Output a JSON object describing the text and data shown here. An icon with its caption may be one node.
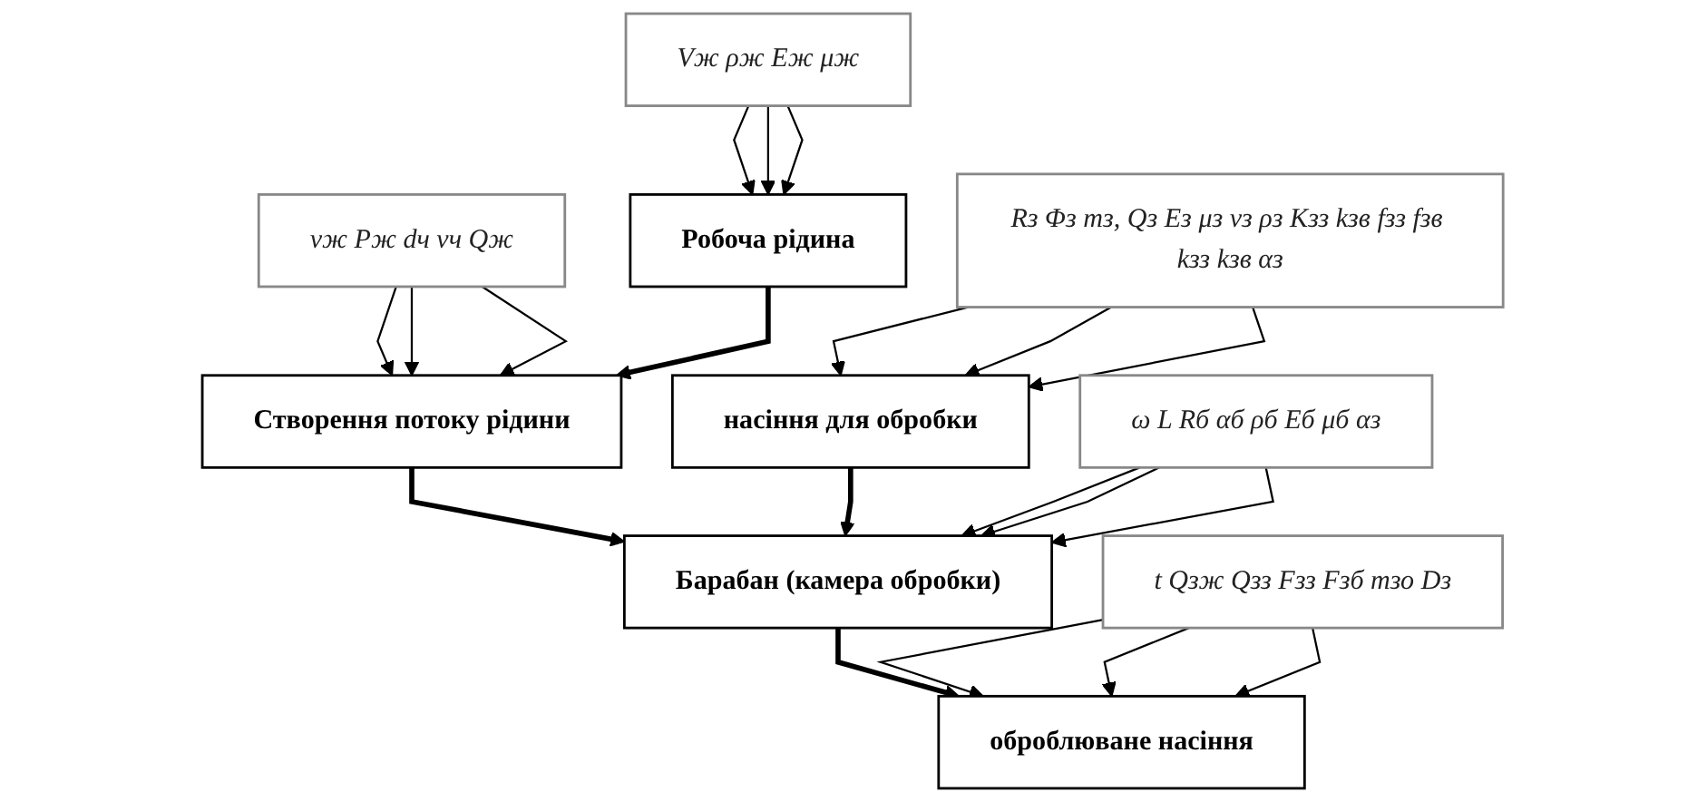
{
  "diagram": {
    "nodes": [
      {
        "text": [
          "Vж ρж Eж μж"
        ]
      },
      {
        "text": [
          "vж Pж dч vч Qж"
        ]
      },
      {
        "text": [
          "Робоча рідина"
        ]
      },
      {
        "text": [
          "Створення потоку рідини"
        ]
      },
      {
        "text": [
          "насіння для обробки"
        ]
      },
      {
        "text": [
          "Барабан (камера обробки)"
        ]
      },
      {
        "text": [
          "оброблюване насіння"
        ]
      },
      {
        "text": [
          "Rз Φз mз, Qз Eз μз vз ρз Kзз kзв fзз fзв kзз kзв αз"
        ]
      },
      {
        "text": [
          "ω L Rб αб ρб Eб μб αз"
        ]
      },
      {
        "text": [
          "t Qзж Qзз Fзз Fзб mзо Dз"
        ]
      }
    ],
    "edges": [
      {
        "from": 0,
        "to": 2,
        "arrow": "to"
      },
      {
        "from": 0,
        "to": 2,
        "arrow": "to"
      },
      {
        "from": 0,
        "to": 2,
        "arrow": "to"
      },
      {
        "from": 1,
        "to": 3,
        "arrow": "to"
      },
      {
        "from": 1,
        "to": 3,
        "arrow": "to"
      },
      {
        "from": 1,
        "to": 3,
        "arrow": "to"
      },
      {
        "from": 2,
        "to": 3,
        "arrow": "to",
        "style": "thick"
      },
      {
        "from": 3,
        "to": 5,
        "arrow": "to",
        "style": "thick"
      },
      {
        "from": 4,
        "to": 5,
        "arrow": "to",
        "style": "thick"
      },
      {
        "from": 5,
        "to": 6,
        "arrow": "to",
        "style": "thick"
      },
      {
        "from": 7,
        "to": 4,
        "arrow": "to"
      },
      {
        "from": 7,
        "to": 4,
        "arrow": "to"
      },
      {
        "from": 7,
        "to": 4,
        "arrow": "to"
      },
      {
        "from": 8,
        "to": 5,
        "arrow": "to"
      },
      {
        "from": 8,
        "to": 5,
        "arrow": "to"
      },
      {
        "from": 8,
        "to": 5,
        "arrow": "to"
      },
      {
        "from": 9,
        "to": 6,
        "arrow": "to"
      },
      {
        "from": 9,
        "to": 6,
        "arrow": "to"
      },
      {
        "from": 9,
        "to": 6,
        "arrow": "to"
      }
    ]
  }
}
